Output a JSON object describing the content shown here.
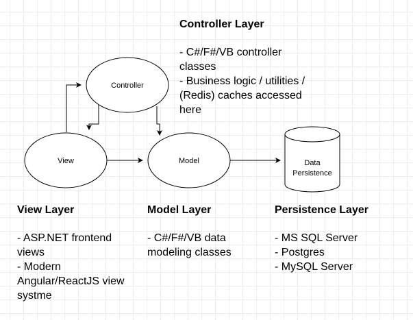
{
  "nodes": {
    "controller": "Controller",
    "view": "View",
    "model": "Model",
    "persistence": "Data Persistence"
  },
  "layers": {
    "controller": {
      "title": "Controller Layer",
      "items": [
        "- C#/F#/VB controller classes",
        "- Business logic / utilities / (Redis) caches accessed here"
      ]
    },
    "view": {
      "title": "View Layer",
      "items": [
        "- ASP.NET frontend views",
        "- Modern Angular/ReactJS view systme"
      ]
    },
    "model": {
      "title": "Model Layer",
      "items": [
        "- C#/F#/VB data modeling classes"
      ]
    },
    "persistence": {
      "title": "Persistence Layer",
      "items": [
        "- MS SQL Server",
        "- Postgres",
        "- MySQL Server"
      ]
    }
  }
}
